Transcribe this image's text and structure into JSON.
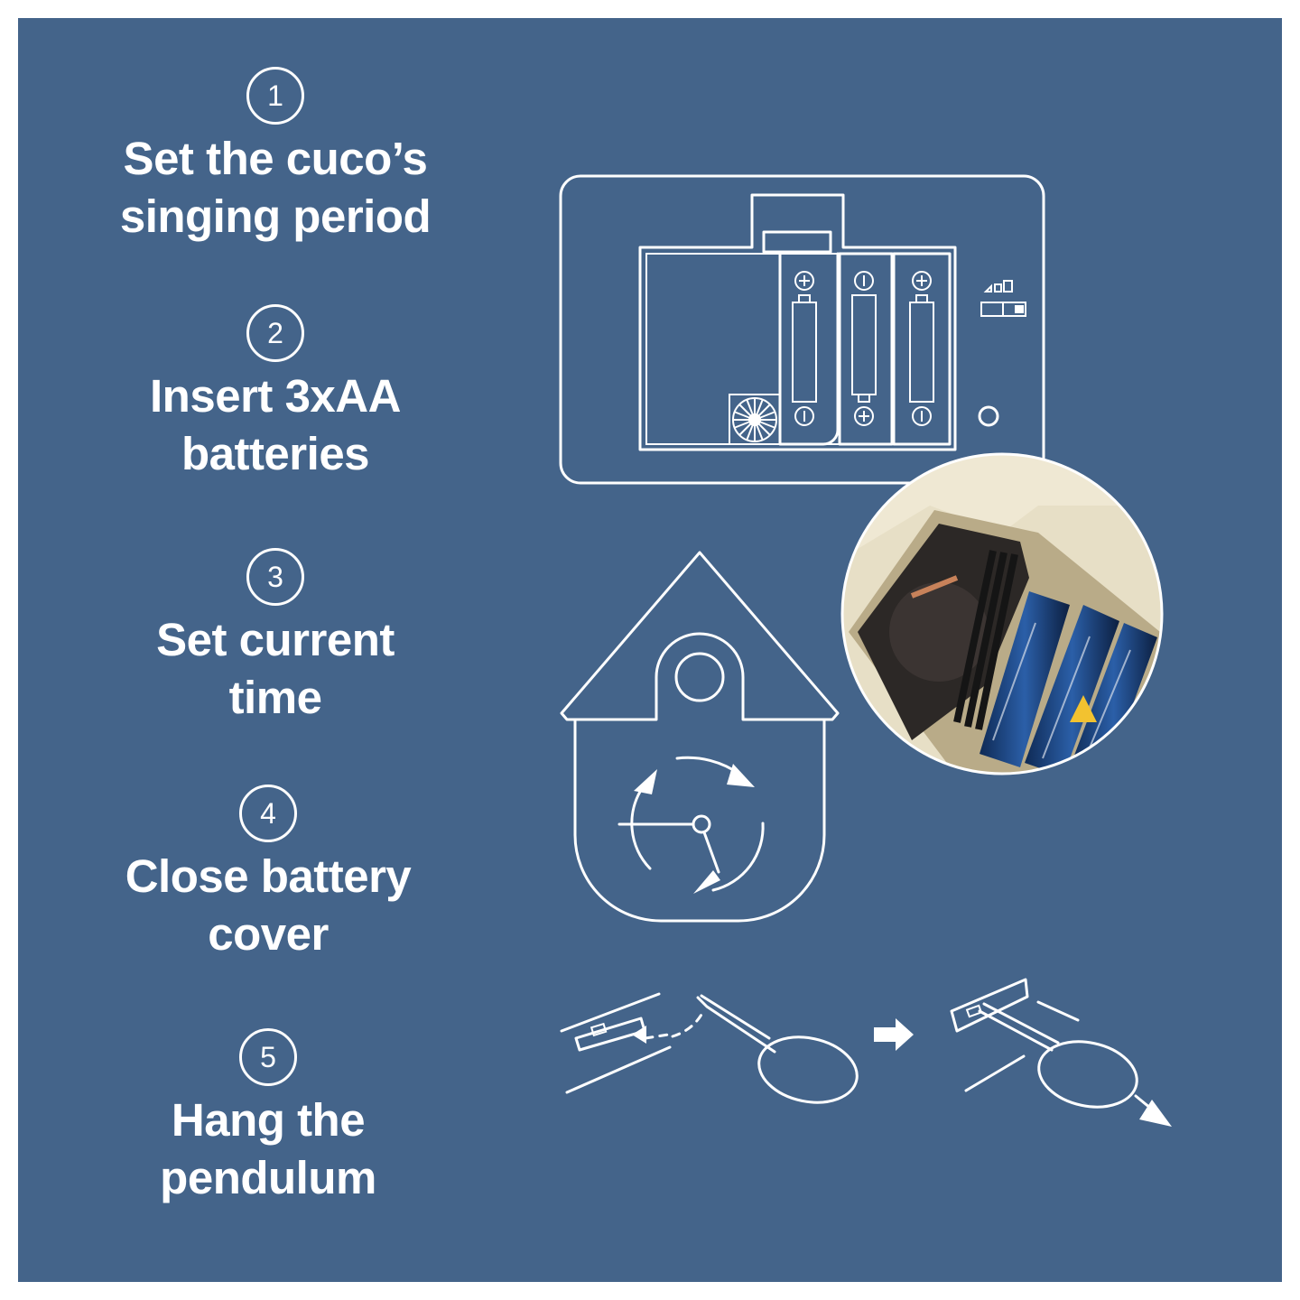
{
  "colors": {
    "background": "#44648a",
    "line": "#ffffff"
  },
  "steps": [
    {
      "number": "1",
      "label_line1": "Set the cuco’s",
      "label_line2": "singing period"
    },
    {
      "number": "2",
      "label_line1": "Insert 3xAA",
      "label_line2": "batteries"
    },
    {
      "number": "3",
      "label_line1": "Set current",
      "label_line2": "time"
    },
    {
      "number": "4",
      "label_line1": "Close battery",
      "label_line2": "cover"
    },
    {
      "number": "5",
      "label_line1": "Hang the",
      "label_line2": "pendulum"
    }
  ],
  "icons": {
    "battery_compartment": "battery-compartment-icon",
    "house_clock": "cuckoo-house-clock-icon",
    "pendulum": "pendulum-hanging-icon",
    "photo": "battery-photo-icon"
  }
}
